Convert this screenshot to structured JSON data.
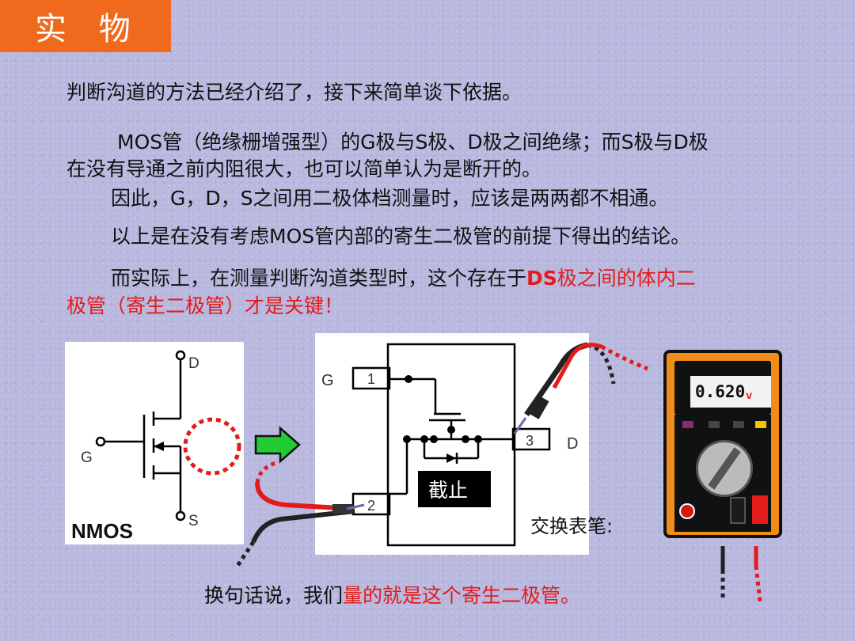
{
  "title": "实 物",
  "text": {
    "intro": "判断沟道的方法已经介绍了，接下来简单谈下依据。",
    "p1_line1": "MOS管（绝缘栅增强型）的G极与S极、D极之间绝缘；而S极与D极",
    "p1_line2": "在没有导通之前内阻很大，也可以简单认为是断开的。",
    "p2": "因此，G，D，S之间用二极体档测量时，应该是两两都不相通。",
    "p3": "以上是在没有考虑MOS管内部的寄生二极管的前提下得出的结论。",
    "p4_a": "而实际上，在测量判断沟道类型时，这个存在于",
    "p4_b": "DS",
    "p4_c": "极之间的体内二",
    "p4_line2": "极管（寄生二极管）才是关键！",
    "bottom_a": "换句话说，我们",
    "bottom_b": "量的就是这个寄生二极管。"
  },
  "nmos": {
    "label": "NMOS",
    "d": "D",
    "g": "G",
    "s": "S"
  },
  "chip": {
    "g": "G",
    "d": "D",
    "pin1": "1",
    "pin2": "2",
    "pin3": "3",
    "state": "截止"
  },
  "swap_label": "交换表笔:",
  "meter": {
    "reading": "0.620",
    "unit": "v"
  },
  "colors": {
    "title_bg": "#f06a1e",
    "red": "#e41b1b",
    "arrow": "#22cc33",
    "meter_body": "#f08c1a"
  }
}
